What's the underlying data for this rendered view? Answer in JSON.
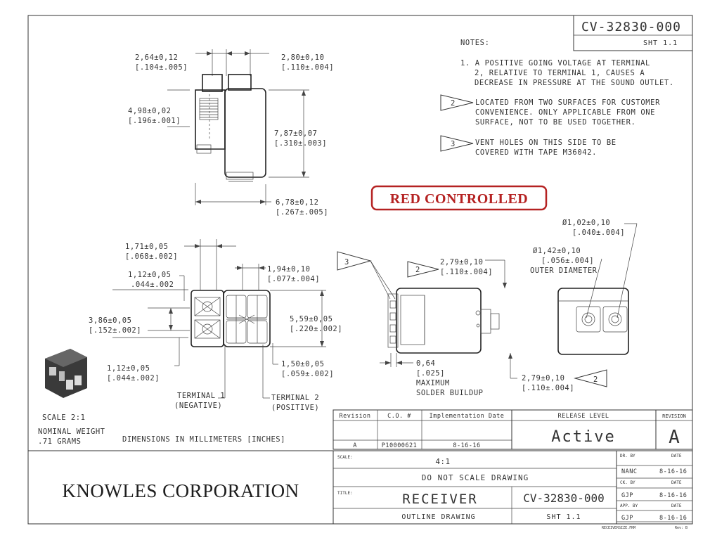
{
  "drawing_number_top": "CV-32830-000",
  "sheet_top": "SHT 1.1",
  "notes": {
    "header": "NOTES:",
    "note1": [
      "1. A POSITIVE GOING VOLTAGE AT TERMINAL",
      "2, RELATIVE TO TERMINAL 1, CAUSES A",
      "DECREASE IN PRESSURE AT THE SOUND OUTLET."
    ],
    "note2_flag": "2",
    "note2": [
      "LOCATED FROM TWO SURFACES FOR CUSTOMER",
      "CONVENIENCE.  ONLY APPLICABLE FROM ONE",
      "SURFACE, NOT TO BE USED TOGETHER."
    ],
    "note3_flag": "3",
    "note3": [
      "VENT HOLES ON THIS SIDE TO BE",
      "COVERED WITH TAPE M36042."
    ]
  },
  "stamp": "RED CONTROLLED",
  "dims": {
    "d1": [
      "2,64±0,12",
      "[.104±.005]"
    ],
    "d2": [
      "2,80±0,10",
      "[.110±.004]"
    ],
    "d3": [
      "4,98±0,02",
      "[.196±.001]"
    ],
    "d4": [
      "7,87±0,07",
      "[.310±.003]"
    ],
    "d5": [
      "6,78±0,12",
      "[.267±.005]"
    ],
    "d6": [
      "1,71±0,05",
      "[.068±.002]"
    ],
    "d7": [
      "1,12±0,05",
      ".044±.002"
    ],
    "d8": [
      "1,94±0,10",
      "[.077±.004]"
    ],
    "d9": [
      "3,86±0,05",
      "[.152±.002]"
    ],
    "d10": [
      "5,59±0,05",
      "[.220±.002]"
    ],
    "d11": [
      "1,12±0,05",
      "[.044±.002]"
    ],
    "d12": [
      "1,50±0,05",
      "[.059±.002]"
    ],
    "d13": [
      "2,79±0,10",
      "[.110±.004]"
    ],
    "d14": [
      "0,64",
      "[.025]",
      "MAXIMUM",
      "SOLDER BUILDUP"
    ],
    "d15": [
      "2,79±0,10",
      "[.110±.004]"
    ],
    "d16": [
      "Ø1,02±0,10",
      "[.040±.004]"
    ],
    "d17": [
      "Ø1,42±0,10",
      "[.056±.004]",
      "OUTER DIAMETER"
    ],
    "flag2a": "2",
    "flag2b": "2",
    "flag3": "3"
  },
  "terminals": {
    "t1": [
      "TERMINAL 1",
      "(NEGATIVE)"
    ],
    "t2": [
      "TERMINAL 2",
      "(POSITIVE)"
    ]
  },
  "scale": "SCALE  2:1",
  "weight": [
    "NOMINAL WEIGHT",
    ".71 GRAMS"
  ],
  "units_note": "DIMENSIONS IN MILLIMETERS [INCHES]",
  "revision_table": {
    "headers": [
      "Revision",
      "C.O. #",
      "Implementation Date"
    ],
    "row": [
      "A",
      "P10000621",
      "8-16-16"
    ]
  },
  "release": {
    "header": "RELEASE LEVEL",
    "value": "Active",
    "rev_header": "REVISION",
    "rev_value": "A"
  },
  "company": "KNOWLES CORPORATION",
  "title_block": {
    "scale_label": "SCALE:",
    "scale_value": "4:1",
    "no_scale": "DO NOT SCALE DRAWING",
    "title_label": "TITLE:",
    "title": "RECEIVER",
    "subtitle": "OUTLINE DRAWING",
    "number": "CV-32830-000",
    "sheet": "SHT 1.1",
    "dr_label": "DR. BY",
    "dr_name": "NANC",
    "date_label": "DATE",
    "dr_date": "8-16-16",
    "ck_label": "CK. BY",
    "ck_name": "GJP",
    "ck_date": "8-16-16",
    "app_label": "APP. BY",
    "app_name": "GJP",
    "app_date": "8-16-16",
    "file": "RECEIVERSIZE.FRM",
    "rev_footer": "Rev: B"
  }
}
